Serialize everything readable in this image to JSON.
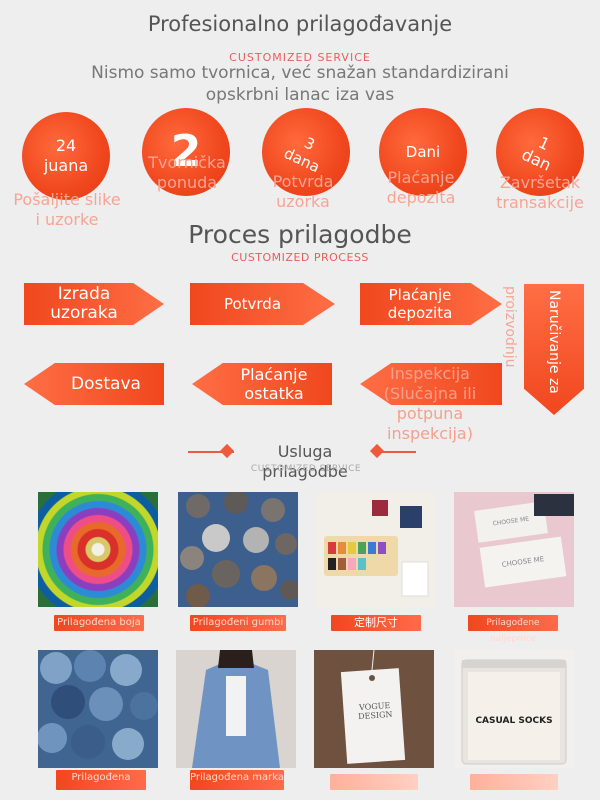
{
  "header": {
    "title": "Profesionalno prilagođavanje",
    "subtitle_en": "CUSTOMIZED SERVICE",
    "tagline": "Nismo samo tvornica, već snažan standardizirani opskrbni lanac iza vas"
  },
  "steps": [
    {
      "circle_text": "24\njuana",
      "label": "Pošaljite slike i uzorke"
    },
    {
      "circle_text": "2",
      "label": "Tvornička ponuda"
    },
    {
      "circle_text": "3\ndana",
      "label": "Potvrda uzorka"
    },
    {
      "circle_text": "Dani",
      "label": "Plaćanje depozita"
    },
    {
      "circle_text": "1\ndan",
      "label": "Završetak transakcije"
    }
  ],
  "process": {
    "title": "Proces prilagodbe",
    "subtitle_en": "CUSTOMIZED PROCESS",
    "row1": [
      "Izrada uzoraka",
      "Potvrda",
      "Plaćanje depozita"
    ],
    "down": "Naručivanje za",
    "down_side": "proizvodnju",
    "row2": [
      "Dostava",
      "Plaćanje ostatka"
    ],
    "inspection": "Inspekcija (Slučajna ili potpuna inspekcija)"
  },
  "service": {
    "title": "Usluga prilagodbe",
    "subtitle_en": "CUSTOMIZED SERVICE"
  },
  "gallery_row1": [
    {
      "caption": "Prilagođena boja"
    },
    {
      "caption": "Prilagođeni gumbi"
    },
    {
      "caption": "定制尺寸"
    },
    {
      "caption": "Prilagođene naljepnice"
    }
  ],
  "gallery_row2": [
    {
      "caption": "Prilagođena"
    },
    {
      "caption": "Prilagođena marka"
    },
    {
      "caption": ""
    },
    {
      "caption": ""
    }
  ],
  "tile_texts": {
    "choose_me": "CHOOSE ME",
    "casual_socks": "CASUAL SOCKS",
    "vogue": "VOGUE DESIGN"
  },
  "colors": {
    "accent": "#f0471e",
    "background": "#efeeef"
  }
}
